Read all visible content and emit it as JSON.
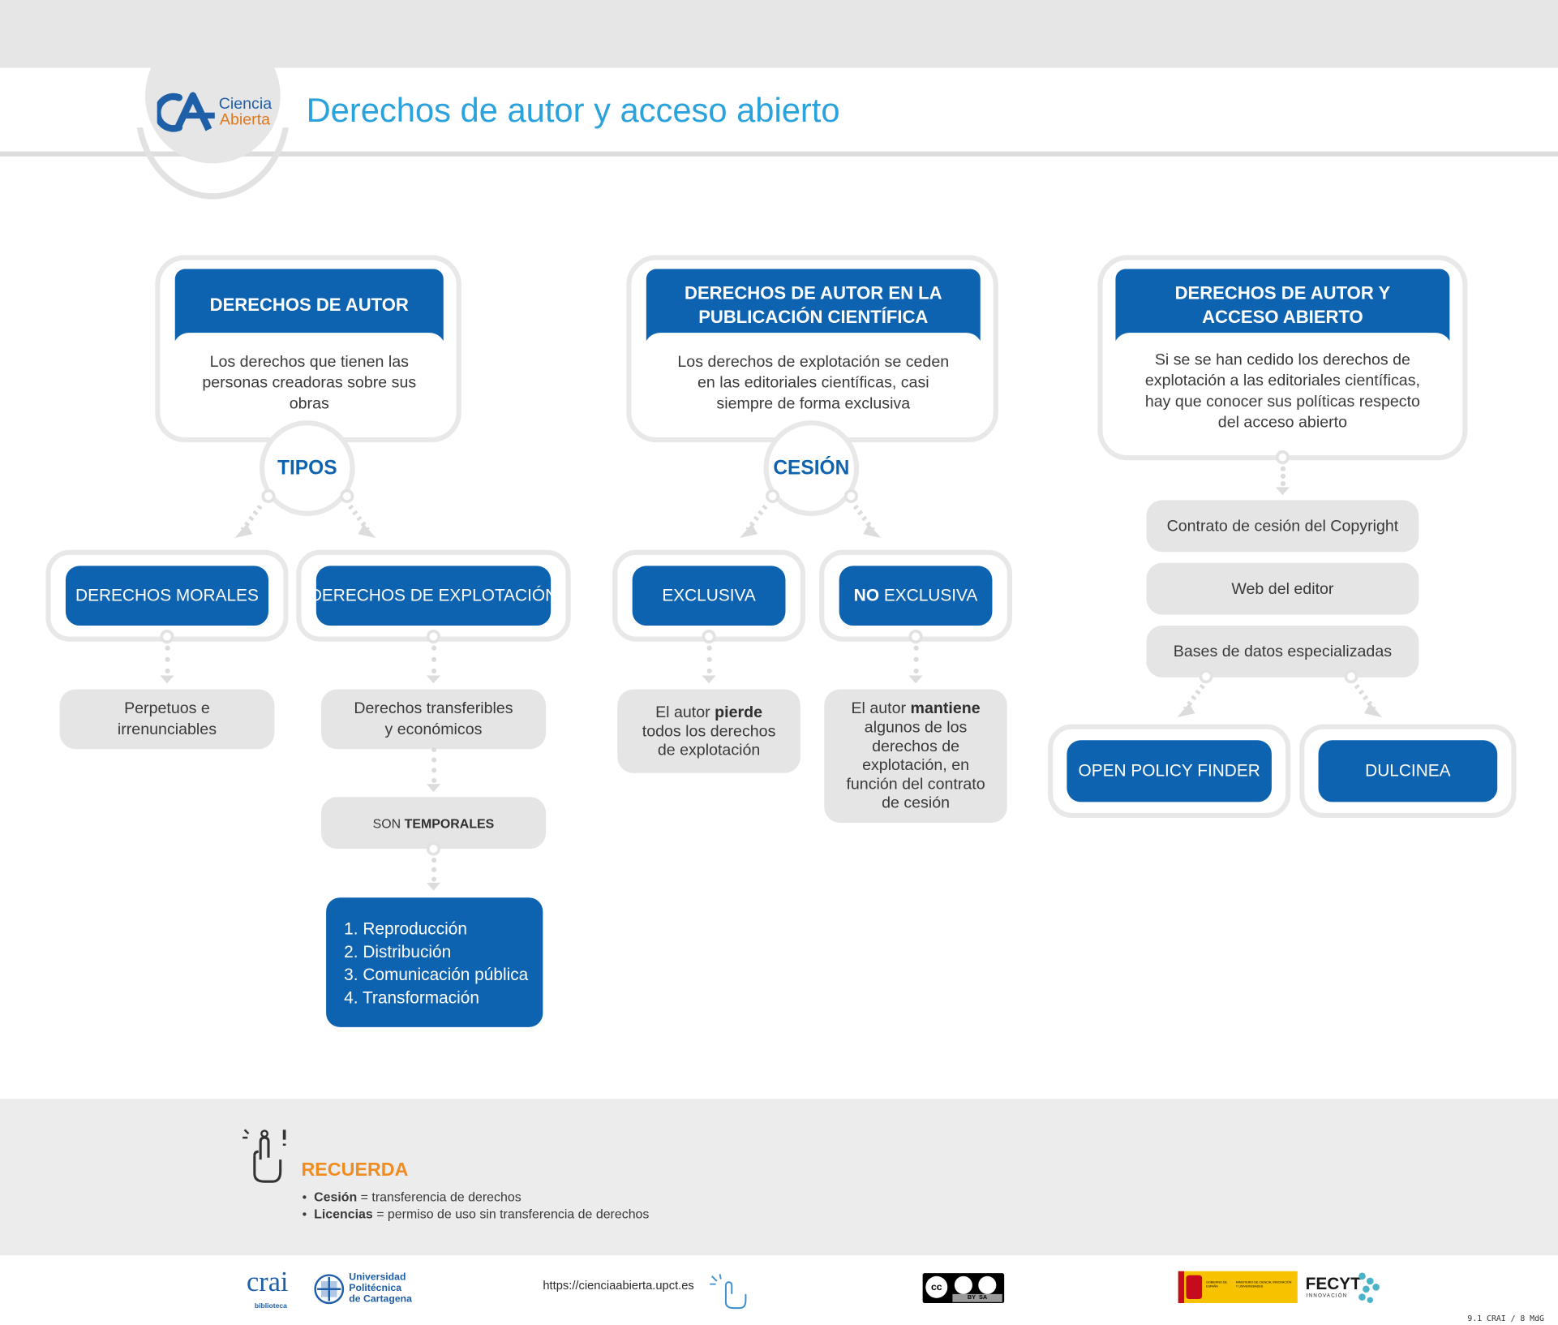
{
  "header": {
    "logo_line1": "Ciencia",
    "logo_line2": "Abierta",
    "title": "Derechos de autor y acceso abierto"
  },
  "col1": {
    "card_title": "DERECHOS DE AUTOR",
    "card_body": "Los derechos que tienen las personas creadoras sobre sus obras",
    "bubble": "TIPOS",
    "left_pill": "DERECHOS MORALES",
    "right_pill": "DERECHOS DE EXPLOTACIÓN",
    "left_note": "Perpetuos e irrenunciables",
    "right_note": "Derechos transferibles y económicos",
    "temporal_prefix": "SON ",
    "temporal_bold": "TEMPORALES",
    "list": [
      "1. Reproducción",
      "2. Distribución",
      "3. Comunicación pública",
      "4. Transformación"
    ]
  },
  "col2": {
    "card_title": "DERECHOS DE AUTOR EN LA PUBLICACIÓN CIENTÍFICA",
    "card_body": "Los derechos de explotación se ceden en las editoriales científicas, casi siempre de forma exclusiva",
    "bubble": "CESIÓN",
    "left_pill": "EXCLUSIVA",
    "right_pill_bold": "NO",
    "right_pill_rest": " EXCLUSIVA",
    "left_note_a": "El autor ",
    "left_note_b": "pierde",
    "left_note_c": " todos los derechos de explotación",
    "right_note_a": "El autor ",
    "right_note_b": "mantiene",
    "right_note_c": " algunos de los derechos de explotación, en función del contrato de cesión"
  },
  "col3": {
    "card_title": "DERECHOS DE AUTOR Y ACCESO ABIERTO",
    "card_body": "Si se se han cedido los derechos de explotación a las editoriales científicas, hay que conocer sus políticas respecto del acceso abierto",
    "items": [
      "Contrato de cesión del Copyright",
      "Web del editor",
      "Bases de datos especializadas"
    ],
    "left_pill": "OPEN POLICY FINDER",
    "right_pill": "DULCINEA"
  },
  "recuerda": {
    "title": "RECUERDA",
    "items": [
      {
        "term": "Cesión",
        "def": " = transferencia de derechos"
      },
      {
        "term": "Licencias",
        "def": " = permiso de uso sin transferencia de derechos"
      }
    ]
  },
  "footer": {
    "crai": "crai",
    "crai_sub": "biblioteca",
    "upct_line1": "Universidad",
    "upct_line2": "Politécnica",
    "upct_line3": "de Cartagena",
    "url": "https://cienciaabierta.upct.es",
    "cc_label": "BY  SA",
    "gob_text": "GOBIERNO DE ESPAÑA",
    "ministry_text": "MINISTERIO DE CIENCIA, INNOVACIÓN Y UNIVERSIDADES",
    "fecyt": "FECYT",
    "fecyt_sub": "INNOVACIÓN",
    "version": "9.1 CRAI / 8 MdG"
  },
  "colors": {
    "blue": "#0e63b0",
    "title_blue": "#2aa2dc",
    "orange": "#ef8d22",
    "grey": "#e5e5e5"
  }
}
